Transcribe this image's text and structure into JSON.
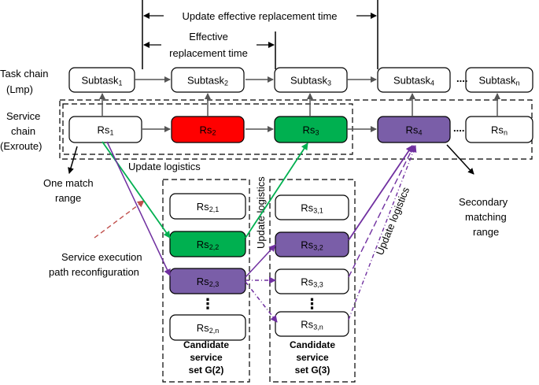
{
  "colors": {
    "red": "#ff0000",
    "green": "#00b050",
    "purple": "#7a5ea8",
    "purple_line": "#7030a0",
    "green_line": "#00b050",
    "brown_dashed": "#c0504d",
    "black": "#000000"
  },
  "labels": {
    "update_effective": "Update effective replacement time",
    "effective_line1": "Effective",
    "effective_line2": "replacement time",
    "task_chain_1": "Task chain",
    "task_chain_2": "(Lmp)",
    "service_chain_1": "Service",
    "service_chain_2": "chain",
    "service_chain_3": "(Exroute)",
    "one_match_1": "One match",
    "one_match_2": "range",
    "secondary_1": "Secondary",
    "secondary_2": "matching",
    "secondary_3": "range",
    "reconfig_1": "Service execution",
    "reconfig_2": "path reconfiguration",
    "update_logistics_h": "Update logistics",
    "update_logistics_v": "Update logistics",
    "update_logistics_d": "Update logistics",
    "g2_1": "Candidate",
    "g2_2": "service",
    "g2_3": "set G(2)",
    "g3_1": "Candidate",
    "g3_2": "service",
    "g3_3": "set G(3)",
    "dots": "...."
  },
  "subtasks": [
    {
      "base": "Subtask",
      "sub": "1"
    },
    {
      "base": "Subtask",
      "sub": "2"
    },
    {
      "base": "Subtask",
      "sub": "3"
    },
    {
      "base": "Subtask",
      "sub": "4"
    },
    {
      "base": "Subtask",
      "sub": "n"
    }
  ],
  "services": [
    {
      "base": "Rs",
      "sub": "1",
      "color": "white"
    },
    {
      "base": "Rs",
      "sub": "2",
      "color": "red"
    },
    {
      "base": "Rs",
      "sub": "3",
      "color": "green"
    },
    {
      "base": "Rs",
      "sub": "4",
      "color": "purple"
    },
    {
      "base": "Rs",
      "sub": "n",
      "color": "white"
    }
  ],
  "candidates_g2": [
    {
      "base": "Rs",
      "sub": "2,1",
      "color": "white"
    },
    {
      "base": "Rs",
      "sub": "2,2",
      "color": "green"
    },
    {
      "base": "Rs",
      "sub": "2,3",
      "color": "purple"
    },
    {
      "base": "",
      "sub": "",
      "color": "dots",
      "text": "⋮"
    },
    {
      "base": "Rs",
      "sub": "2,n",
      "color": "white"
    }
  ],
  "candidates_g3": [
    {
      "base": "Rs",
      "sub": "3,1",
      "color": "white"
    },
    {
      "base": "Rs",
      "sub": "3,2",
      "color": "purple"
    },
    {
      "base": "Rs",
      "sub": "3,3",
      "color": "white"
    },
    {
      "base": "",
      "sub": "",
      "color": "dots",
      "text": "⋮"
    },
    {
      "base": "Rs",
      "sub": "3,n",
      "color": "white"
    }
  ]
}
